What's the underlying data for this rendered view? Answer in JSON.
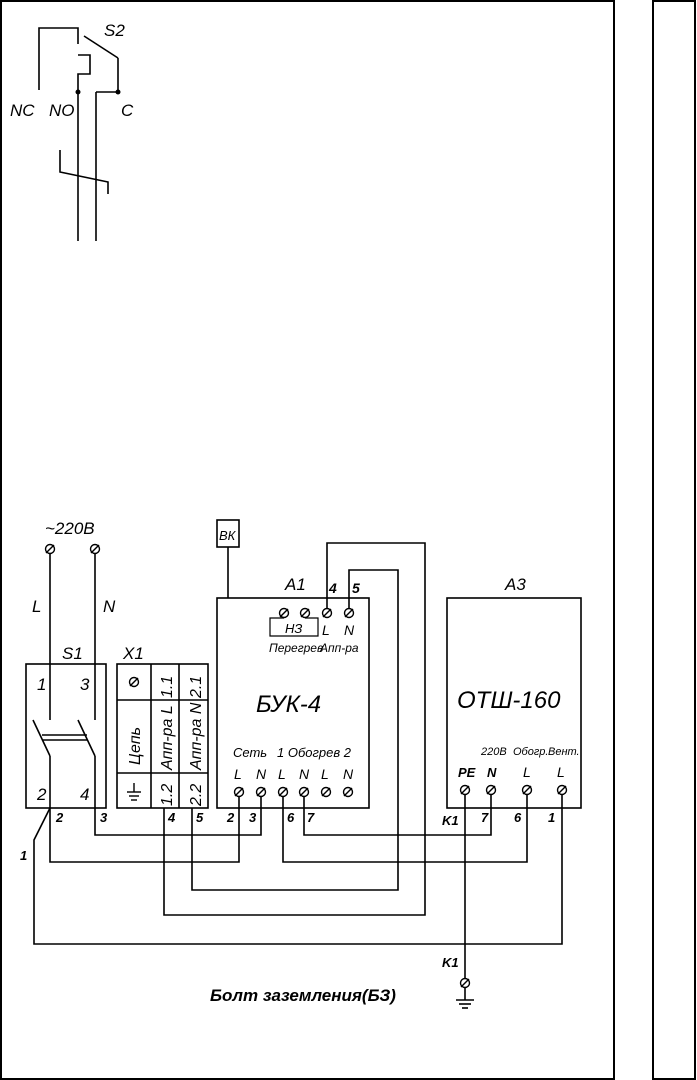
{
  "switch_s2": {
    "ref": "S2",
    "nc": "NC",
    "no": "NO",
    "c": "C"
  },
  "power": {
    "label": "~220B",
    "l": "L",
    "n": "N"
  },
  "switch_s1": {
    "ref": "S1",
    "t1": "1",
    "t2": "2",
    "t3": "3",
    "t4": "4"
  },
  "terminal_x1": {
    "ref": "X1",
    "row1": [
      "1.1",
      "2.1"
    ],
    "row2": [
      "1.2",
      "2.2"
    ],
    "col_circuit": "Цепь",
    "col_l": "Апп-ра L",
    "col_n": "Апп-ра N"
  },
  "sensor": {
    "label": "ВК"
  },
  "module_a1": {
    "ref": "A1",
    "name": "БУК-4",
    "top_nums": [
      "4",
      "5"
    ],
    "top_letters": [
      "L",
      "N"
    ],
    "nz": "НЗ",
    "overheat": "Перегрев",
    "app": "Апп-ра",
    "bottom_group_net": "Сеть",
    "bottom_group_heat": "1  Обогрев  2",
    "bottom_letters": [
      "L",
      "N",
      "L",
      "N",
      "L",
      "N"
    ]
  },
  "module_a3": {
    "ref": "A3",
    "name": "ОТШ-160",
    "v220": "220В",
    "heat": "Обогр.",
    "vent": "Вент.",
    "letters": [
      "PE",
      "N",
      "L",
      "L"
    ]
  },
  "wire_labels": {
    "w1": "1",
    "w2": "2",
    "w3": "3",
    "w4": "4",
    "w5": "5",
    "w2b": "2",
    "w3b": "3",
    "w6": "6",
    "w7": "7",
    "k1": "K1",
    "w7b": "7",
    "w6b": "6",
    "w1b": "1",
    "k1b": "K1"
  },
  "ground_bolt": {
    "label": "Болт заземления(БЗ)"
  }
}
